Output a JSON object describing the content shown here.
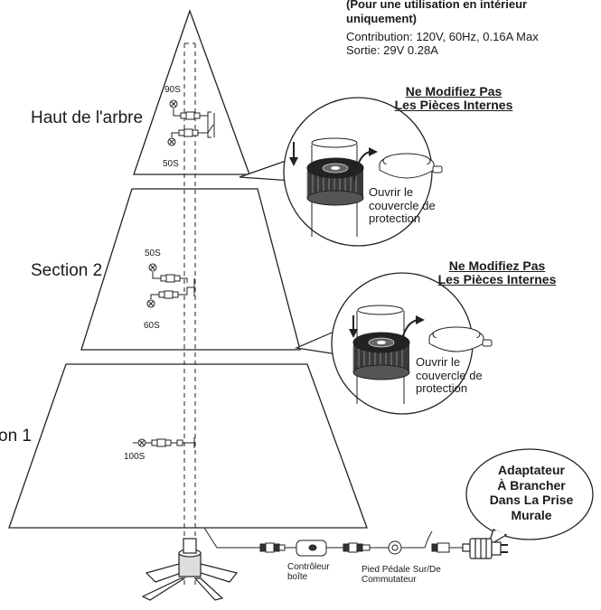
{
  "specs": {
    "line1": "(Pour une utilisation en intérieur",
    "line2": "uniquement)",
    "input": "Contribution: 120V, 60Hz, 0.16A Max",
    "output": "Sortie: 29V 0.28A"
  },
  "sections": {
    "top": "Haut de l'arbre",
    "middle": "Section 2",
    "bottom": "on 1"
  },
  "light_strings": {
    "top_upper": "90S",
    "top_lower": "50S",
    "mid_upper": "50S",
    "mid_lower": "60S",
    "bottom": "100S"
  },
  "callout_upper": {
    "warning_line1": "Ne Modifiez Pas",
    "warning_line2": "Les Pièces Internes",
    "text_line1": "Ouvrir le",
    "text_line2": "couvercle de",
    "text_line3": "protection"
  },
  "callout_lower": {
    "warning_line1": "Ne Modifiez Pas",
    "warning_line2": "Les Pièces Internes",
    "text_line1": "Ouvrir le",
    "text_line2": "couvercle de",
    "text_line3": "protection"
  },
  "adapter_bubble": {
    "line1": "Adaptateur",
    "line2": "À Brancher",
    "line3": "Dans La Prise",
    "line4": "Murale"
  },
  "controller": {
    "line1": "Contrôleur",
    "line2": "boîte"
  },
  "foot_pedal": {
    "line1": "Pied Pédale Sur/De",
    "line2": "Commutateur"
  }
}
